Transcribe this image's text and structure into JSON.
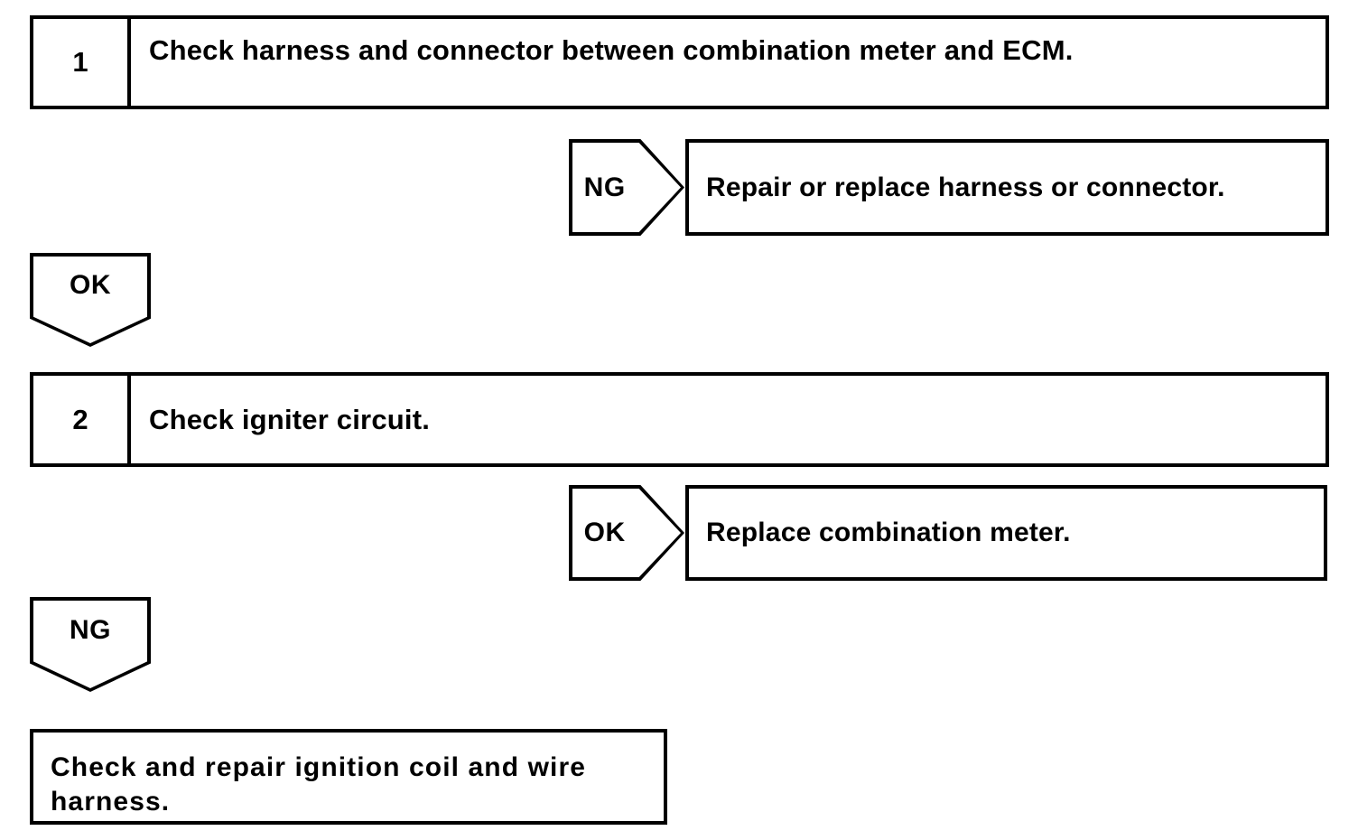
{
  "diagram": {
    "type": "troubleshooting-flowchart",
    "line_color": "#000000",
    "background_color": "#ffffff",
    "steps": [
      {
        "number": "1",
        "text": "Check harness and connector between combination meter and ECM.",
        "branch": {
          "label": "NG",
          "direction": "right",
          "result": "Repair or replace harness or connector."
        },
        "continue": {
          "label": "OK",
          "direction": "down"
        }
      },
      {
        "number": "2",
        "text": "Check igniter circuit.",
        "branch": {
          "label": "OK",
          "direction": "right",
          "result": "Replace combination meter."
        },
        "continue": {
          "label": "NG",
          "direction": "down"
        }
      }
    ],
    "final": {
      "text": "Check and repair ignition coil and wire harness."
    }
  }
}
